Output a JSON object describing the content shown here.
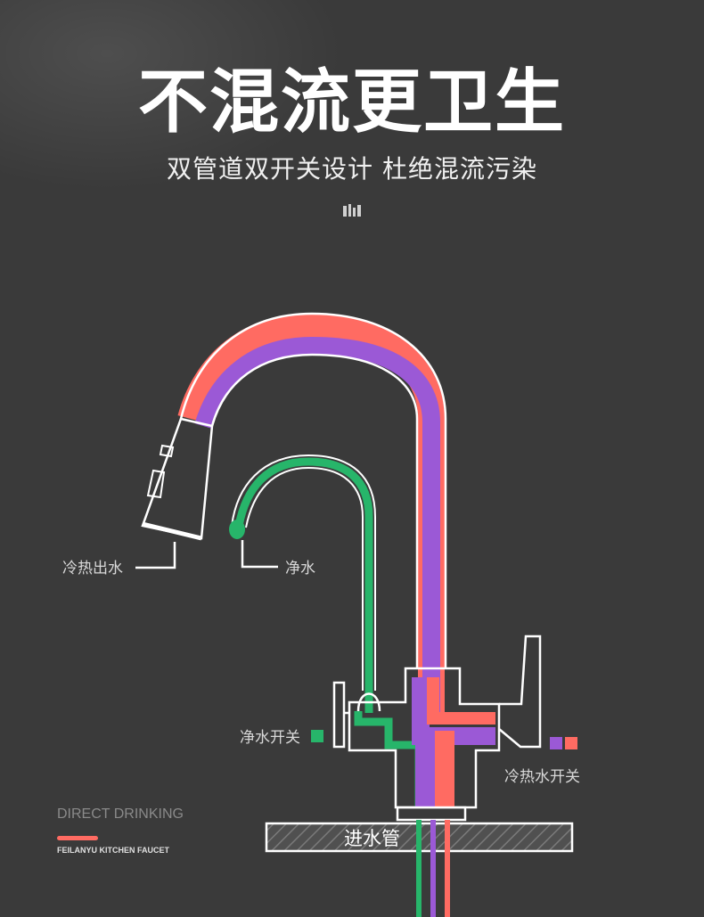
{
  "headline": "不混流更卫生",
  "subheadline": "双管道双开关设计 杜绝混流污染",
  "labels": {
    "mixed_outlet": "冷热出水",
    "purified_outlet": "净水",
    "purified_switch": "净水开关",
    "mixed_switch": "冷热水开关",
    "inlet_pipe": "进水管"
  },
  "footer": {
    "title": "DIRECT DRINKING",
    "subtitle": "FEILANYU KITCHEN  FAUCET"
  },
  "colors": {
    "background": "#3a3a3a",
    "hot_water": "#ff6b62",
    "cold_water": "#9b59d6",
    "purified_water": "#27b56a",
    "outline": "#ffffff",
    "accent_bar": "#ff6b62"
  },
  "icons": {
    "brand_mark": "brand-bars-icon",
    "purified_switch_marker": "green-square-icon",
    "mixed_switch_marker": "purple-red-squares-icon"
  }
}
